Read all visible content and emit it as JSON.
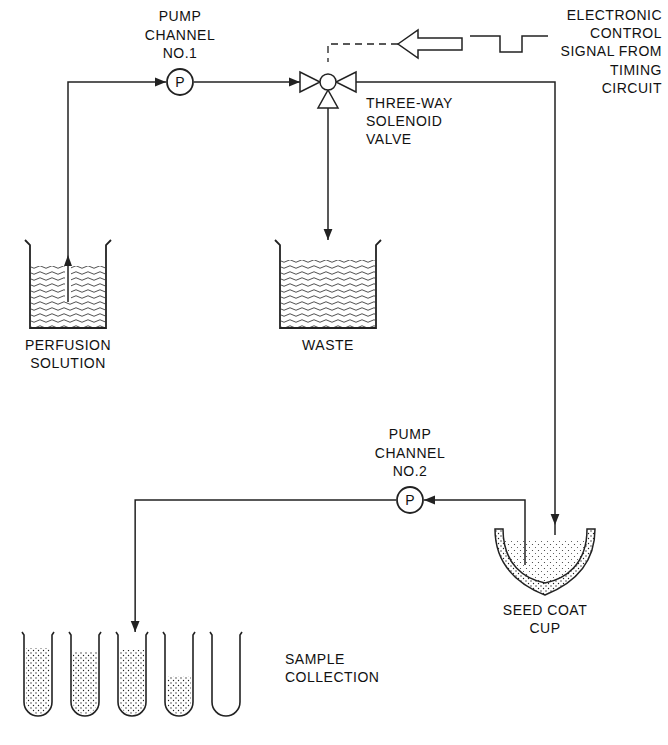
{
  "diagram": {
    "nodes": [
      {
        "text": [
          "PERFUSION SOLUTION"
        ]
      },
      {
        "text": [
          "PUMP CHANNEL NO.1",
          "P"
        ]
      },
      {
        "text": [
          "THREE-WAY SOLENOID VALVE"
        ]
      },
      {
        "text": [
          "WASTE"
        ]
      },
      {
        "text": [
          "PUMP CHANNEL NO.2",
          "P"
        ]
      },
      {
        "text": [
          "SEED COAT CUP"
        ]
      },
      {
        "text": [
          "SAMPLE COLLECTION"
        ]
      }
    ],
    "edges": [
      {
        "from": 0,
        "to": 1,
        "arrow": "to"
      },
      {
        "from": 1,
        "to": 2,
        "arrow": "to"
      },
      {
        "from": 2,
        "to": 3,
        "arrow": "to"
      },
      {
        "from": 2,
        "to": 5,
        "arrow": "to"
      },
      {
        "from": 5,
        "to": 4,
        "arrow": "to"
      },
      {
        "from": 4,
        "to": 6,
        "arrow": "to"
      }
    ],
    "labels": [
      "ELECTRONIC CONTROL SIGNAL FROM TIMING CIRCUIT"
    ]
  }
}
